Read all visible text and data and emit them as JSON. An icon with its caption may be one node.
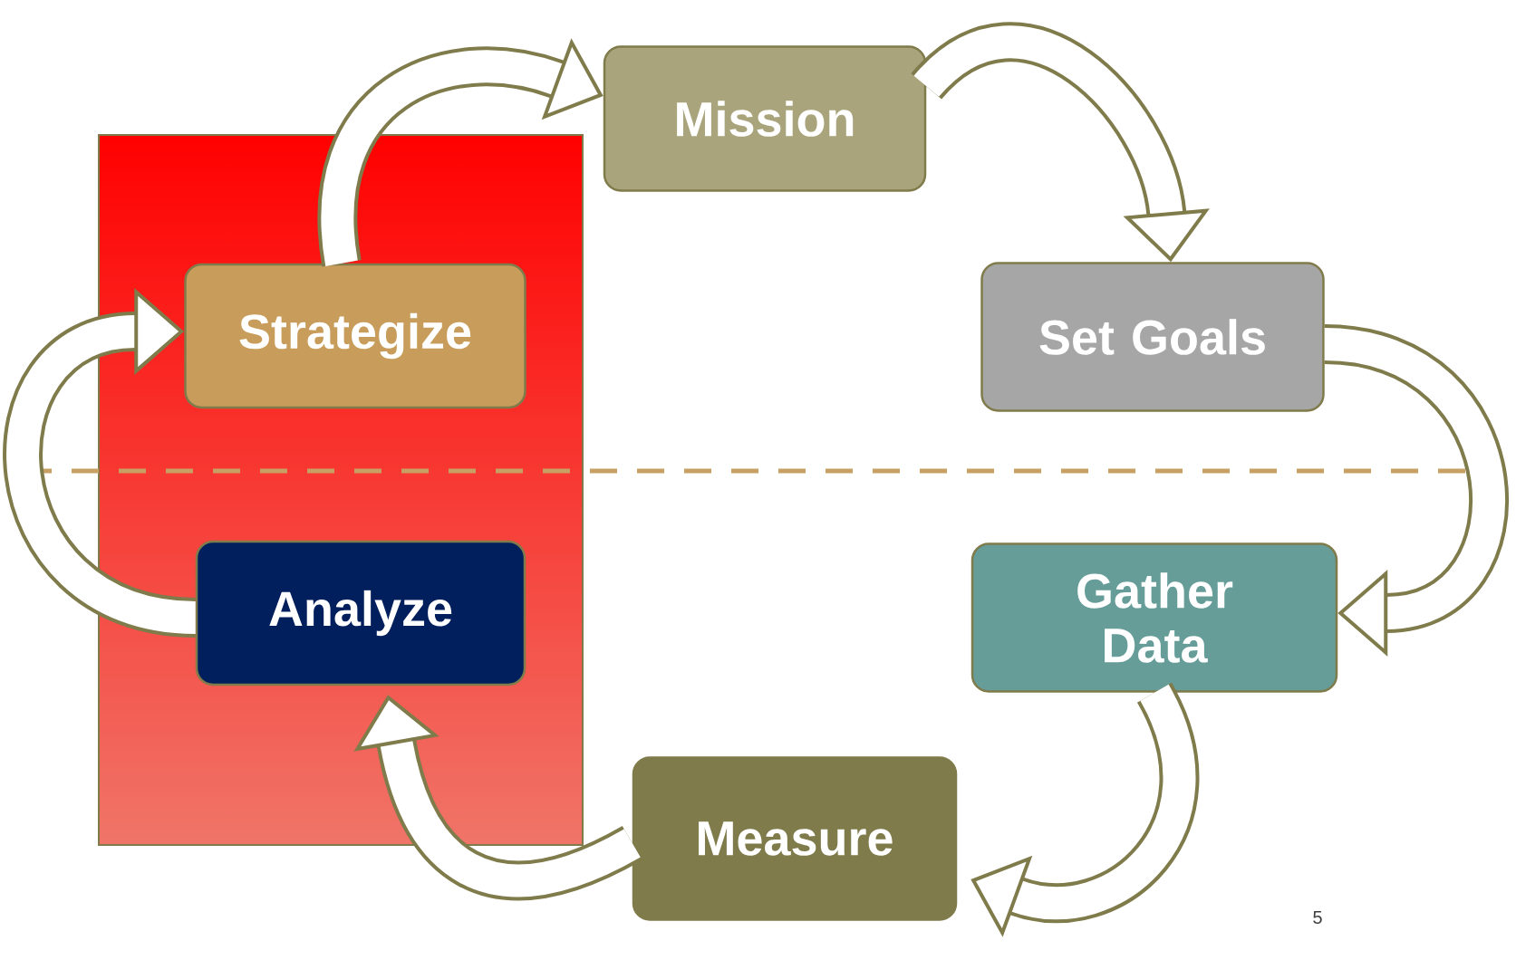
{
  "diagram": {
    "nodes": [
      {
        "text": [
          "Mission"
        ]
      },
      {
        "text": [
          "Set Goals"
        ]
      },
      {
        "text": [
          "Gather Data"
        ]
      },
      {
        "text": [
          "Measure"
        ]
      },
      {
        "text": [],
        "shape": "box"
      },
      {
        "text": [
          "Analyze"
        ],
        "in": 4
      },
      {
        "text": [
          "Strategize"
        ],
        "in": 4
      }
    ],
    "edges": [
      {
        "from": 0,
        "to": 1,
        "arrow": "to"
      },
      {
        "from": 1,
        "to": 2,
        "arrow": "to"
      },
      {
        "from": 2,
        "to": 3,
        "arrow": "to"
      },
      {
        "from": 3,
        "to": 5,
        "arrow": "to"
      },
      {
        "from": 5,
        "to": 6,
        "arrow": "to"
      },
      {
        "from": 6,
        "to": 0,
        "arrow": "to"
      }
    ],
    "labels": [
      "5"
    ]
  }
}
